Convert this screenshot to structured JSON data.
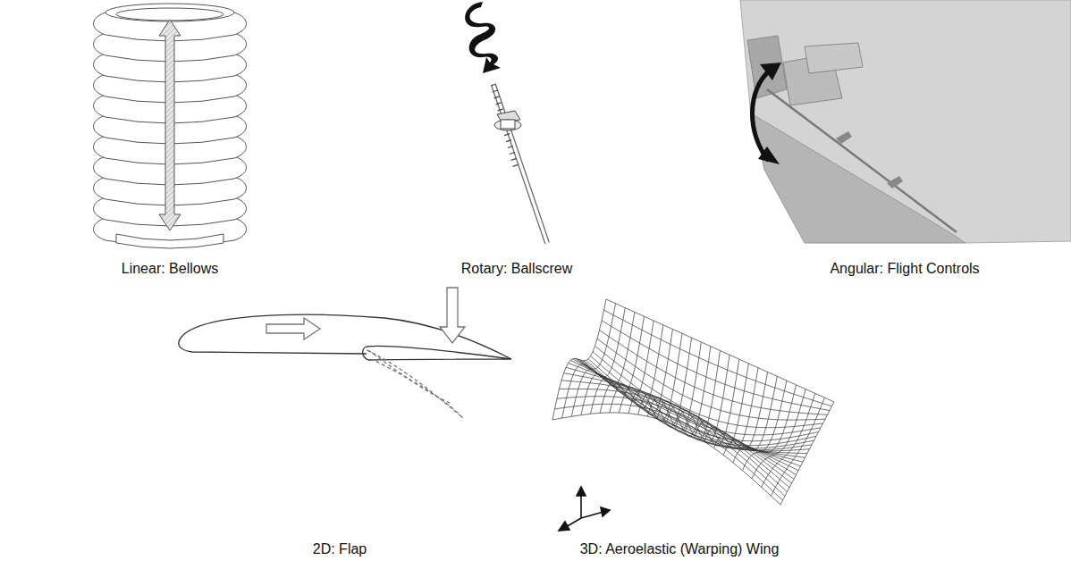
{
  "diagram": {
    "labels": [
      "Linear: Bellows",
      "Rotary: Ballscrew",
      "Angular: Flight Controls",
      "2D: Flap",
      "3D: Aeroelastic (Warping) Wing"
    ]
  }
}
